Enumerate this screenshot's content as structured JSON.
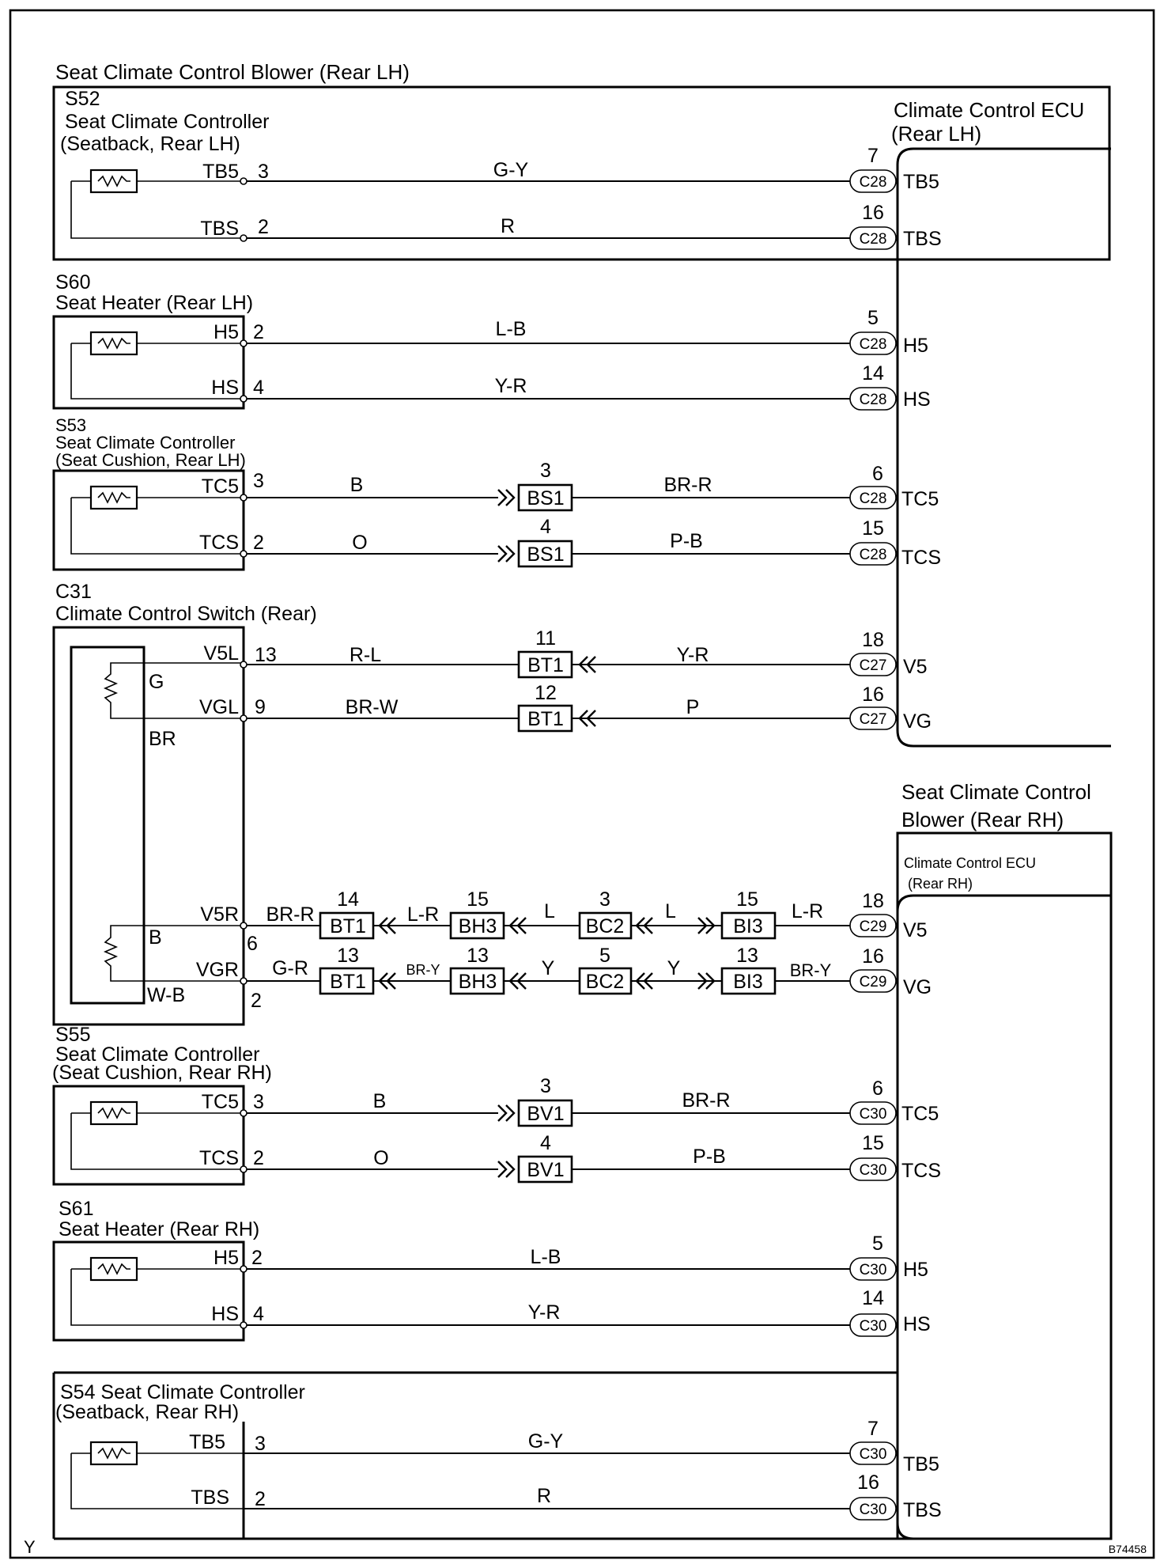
{
  "sections": {
    "lh_blower": "Seat Climate Control Blower (Rear LH)",
    "rh_blower_1": "Seat Climate Control",
    "rh_blower_2": "Blower (Rear RH)"
  },
  "ecu_lh": {
    "line1": "Climate Control ECU",
    "line2": "(Rear LH)"
  },
  "ecu_rh": {
    "line1": "Climate Control ECU",
    "line2": "(Rear RH)"
  },
  "components": [
    {
      "code": "S52",
      "name1": "Seat Climate Controller",
      "name2": "(Seatback, Rear LH)"
    },
    {
      "code": "S60",
      "name1": "Seat Heater (Rear LH)"
    },
    {
      "code": "S53",
      "name1": "Seat Climate Controller",
      "name2": "(Seat Cushion, Rear LH)"
    },
    {
      "code": "C31",
      "name1": "Climate Control Switch (Rear)"
    },
    {
      "code": "S55",
      "name1": "Seat Climate Controller",
      "name2": "(Seat Cushion, Rear RH)"
    },
    {
      "code": "S61",
      "name1": "Seat Heater (Rear RH)"
    },
    {
      "code": "S54",
      "name1": "S54 Seat Climate Controller",
      "name2": "(Seatback, Rear RH)"
    }
  ],
  "switch_labels": {
    "g": "G",
    "br": "BR",
    "b": "B",
    "wb": "W-B"
  },
  "wires": [
    {
      "pin": "TB5",
      "pin_no": "3",
      "color": "G-Y",
      "ecu_pin_no": "7",
      "conn": "C28",
      "ecu_pin": "TB5"
    },
    {
      "pin": "TBS",
      "pin_no": "2",
      "color": "R",
      "ecu_pin_no": "16",
      "conn": "C28",
      "ecu_pin": "TBS"
    },
    {
      "pin": "H5",
      "pin_no": "2",
      "color": "L-B",
      "ecu_pin_no": "5",
      "conn": "C28",
      "ecu_pin": "H5"
    },
    {
      "pin": "HS",
      "pin_no": "4",
      "color": "Y-R",
      "ecu_pin_no": "14",
      "conn": "C28",
      "ecu_pin": "HS"
    },
    {
      "pin": "TC5",
      "pin_no": "3",
      "color": "B",
      "j1_no": "3",
      "j1": "BS1",
      "color2": "BR-R",
      "ecu_pin_no": "6",
      "conn": "C28",
      "ecu_pin": "TC5"
    },
    {
      "pin": "TCS",
      "pin_no": "2",
      "color": "O",
      "j1_no": "4",
      "j1": "BS1",
      "color2": "P-B",
      "ecu_pin_no": "15",
      "conn": "C28",
      "ecu_pin": "TCS"
    },
    {
      "pin": "V5L",
      "pin_no": "13",
      "color": "R-L",
      "j1_no": "11",
      "j1": "BT1",
      "color2": "Y-R",
      "ecu_pin_no": "18",
      "conn": "C27",
      "ecu_pin": "V5"
    },
    {
      "pin": "VGL",
      "pin_no": "9",
      "color": "BR-W",
      "j1_no": "12",
      "j1": "BT1",
      "color2": "P",
      "ecu_pin_no": "16",
      "conn": "C27",
      "ecu_pin": "VG"
    },
    {
      "pin": "V5R",
      "pin_no": "6",
      "color": "BR-R",
      "j1_no": "14",
      "j1": "BT1",
      "color2": "L-R",
      "j2_no": "15",
      "j2": "BH3",
      "color3": "L",
      "j3_no": "3",
      "j3": "BC2",
      "color4": "L",
      "j4_no": "15",
      "j4": "BI3",
      "color5": "L-R",
      "ecu_pin_no": "18",
      "conn": "C29",
      "ecu_pin": "V5"
    },
    {
      "pin": "VGR",
      "pin_no": "2",
      "color": "G-R",
      "j1_no": "13",
      "j1": "BT1",
      "color2": "BR-Y",
      "j2_no": "13",
      "j2": "BH3",
      "color3": "Y",
      "j3_no": "5",
      "j3": "BC2",
      "color4": "Y",
      "j4_no": "13",
      "j4": "BI3",
      "color5": "BR-Y",
      "ecu_pin_no": "16",
      "conn": "C29",
      "ecu_pin": "VG"
    },
    {
      "pin": "TC5",
      "pin_no": "3",
      "color": "B",
      "j1_no": "3",
      "j1": "BV1",
      "color2": "BR-R",
      "ecu_pin_no": "6",
      "conn": "C30",
      "ecu_pin": "TC5"
    },
    {
      "pin": "TCS",
      "pin_no": "2",
      "color": "O",
      "j1_no": "4",
      "j1": "BV1",
      "color2": "P-B",
      "ecu_pin_no": "15",
      "conn": "C30",
      "ecu_pin": "TCS"
    },
    {
      "pin": "H5",
      "pin_no": "2",
      "color": "L-B",
      "ecu_pin_no": "5",
      "conn": "C30",
      "ecu_pin": "H5"
    },
    {
      "pin": "HS",
      "pin_no": "4",
      "color": "Y-R",
      "ecu_pin_no": "14",
      "conn": "C30",
      "ecu_pin": "HS"
    },
    {
      "pin": "TB5",
      "pin_no": "3",
      "color": "G-Y",
      "ecu_pin_no": "7",
      "conn": "C30",
      "ecu_pin": "TB5"
    },
    {
      "pin": "TBS",
      "pin_no": "2",
      "color": "R",
      "ecu_pin_no": "16",
      "conn": "C30",
      "ecu_pin": "TBS"
    }
  ],
  "footer": {
    "left": "Y",
    "right": "B74458"
  }
}
